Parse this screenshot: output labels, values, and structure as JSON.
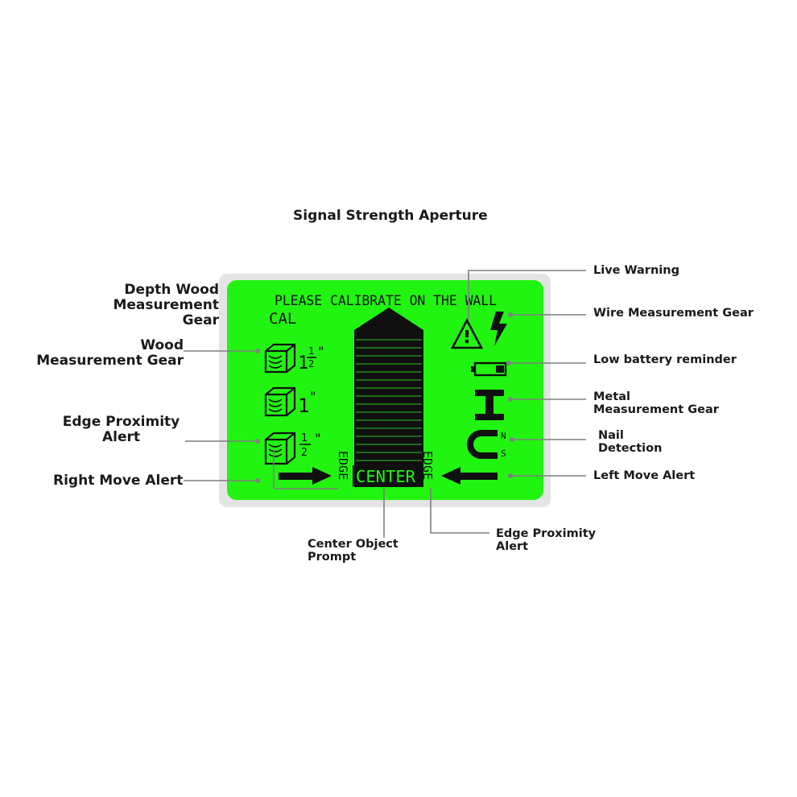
{
  "title": "Signal Strength Aperture",
  "display": {
    "calibrate_message": "PLEASE CALIBRATE ON THE WALL",
    "cal": "CAL",
    "center": "CENTER",
    "edge": "EDGE",
    "wood_sizes": [
      {
        "whole": "1",
        "num": "1",
        "den": "2",
        "unit": "\""
      },
      {
        "whole": "1",
        "unit": "\""
      },
      {
        "num": "1",
        "den": "2",
        "unit": "\""
      }
    ],
    "nail_n": "N",
    "nail_s": "S"
  },
  "callouts": {
    "depth_wood": "Depth Wood\nMeasurement Gear",
    "wood": "Wood\nMeasurement Gear",
    "edge_left": "Edge Proximity\nAlert",
    "right_move": "Right Move Alert",
    "live_warning": "Live Warning",
    "wire_gear": "Wire Measurement Gear",
    "low_battery": "Low battery reminder",
    "metal_gear": "Metal\nMeasurement Gear",
    "nail": "Nail\nDetection",
    "left_move": "Left Move Alert",
    "center_prompt": "Center Object\nPrompt",
    "edge_right": "Edge Proximity\nAlert"
  },
  "colors": {
    "screen": "#22f411",
    "frame": "#e4e4e4",
    "leader": "#7f7f7f",
    "segment": "#101010"
  }
}
